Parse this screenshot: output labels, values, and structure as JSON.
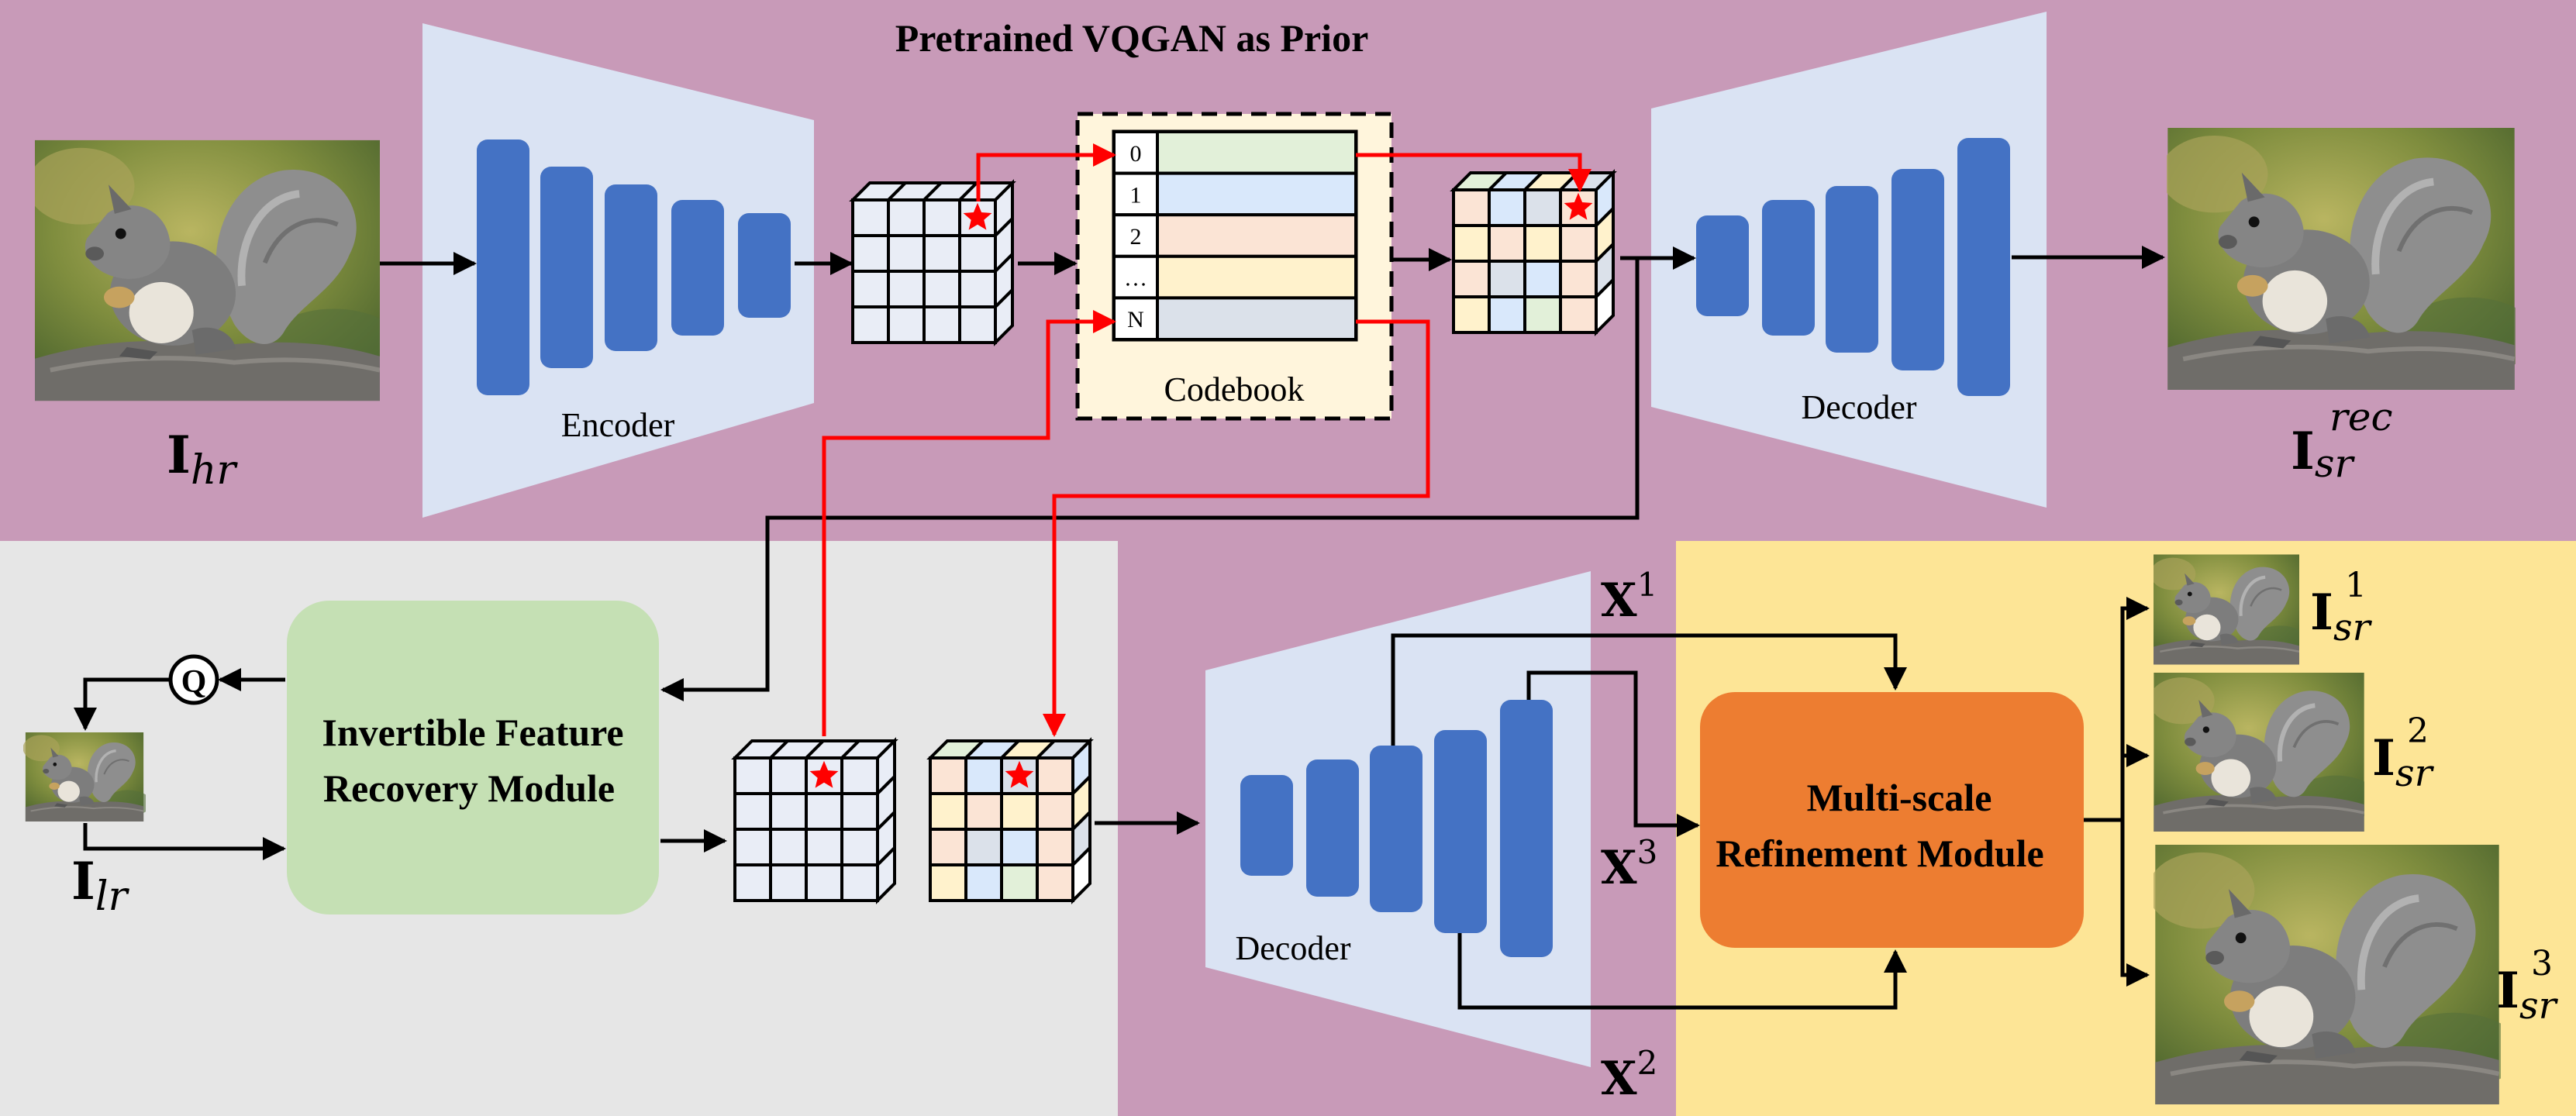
{
  "title": "Pretrained VQGAN as Prior",
  "labels": {
    "encoder": "Encoder",
    "decoder_top": "Decoder",
    "decoder_bottom": "Decoder",
    "codebook": "Codebook",
    "ifrm_line1": "Invertible Feature",
    "ifrm_line2": "Recovery Module",
    "msrm_line1": "Multi-scale",
    "msrm_line2": "Refinement Module",
    "quantize": "Q"
  },
  "codebook_indices": [
    "0",
    "1",
    "2",
    "…",
    "N"
  ],
  "math": {
    "I_hr": {
      "base": "I",
      "sub": "hr",
      "sup": ""
    },
    "I_lr": {
      "base": "I",
      "sub": "lr",
      "sup": ""
    },
    "I_sr_rec": {
      "base": "I",
      "sub": "sr",
      "sup": "rec"
    },
    "I_sr_1": {
      "base": "I",
      "sub": "sr",
      "sup": "1"
    },
    "I_sr_2": {
      "base": "I",
      "sub": "sr",
      "sup": "2"
    },
    "I_sr_3": {
      "base": "I",
      "sub": "sr",
      "sup": "3"
    },
    "X1": {
      "base": "X",
      "sup": "1"
    },
    "X2": {
      "base": "X",
      "sup": "2"
    },
    "X3": {
      "base": "X",
      "sup": "3"
    }
  },
  "colors": {
    "prior_bg": "#c89ab8",
    "lr_bg": "#e6e6e6",
    "refine_bg": "#fde596",
    "trapezoid": "#dae3f3",
    "bar": "#4472c4",
    "ifrm": "#c5e0b4",
    "msrm": "#ed7d31",
    "codebook_bg": "#fff5dc",
    "arrow": "#000000",
    "index_arrow": "#ff0000",
    "codebook_rows": [
      "#e2f0d9",
      "#d9e8fb",
      "#fbe4d5",
      "#fff2cc",
      "#dbe1ea"
    ]
  },
  "icons": [
    "squirrel-photo",
    "star-marker",
    "quantize-circle-icon"
  ]
}
